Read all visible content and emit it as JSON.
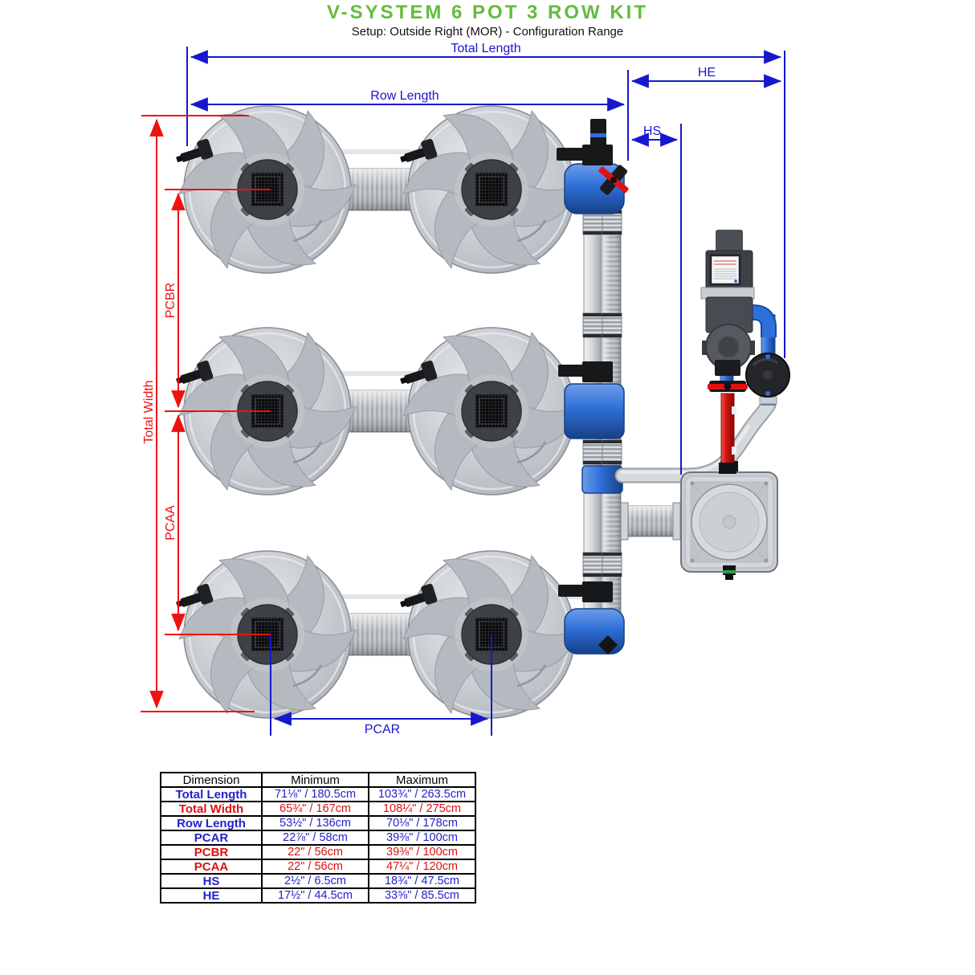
{
  "title": "V-SYSTEM 6 POT 3 ROW KIT",
  "subtitle": "Setup: Outside Right (MOR) - Configuration Range",
  "colors": {
    "accent_green": "#63BC3E",
    "dim_blue": "#1717CE",
    "dim_red": "#F01010",
    "table_blue": "#2222CC",
    "table_red": "#DD1111",
    "pipe_blue": "#2E6FD8",
    "pipe_red": "#D2140F"
  },
  "diagram": {
    "labels": {
      "total_length": "Total Length",
      "he": "HE",
      "row_length": "Row Length",
      "hs": "HS",
      "pcar": "PCAR",
      "pcbr": "PCBR",
      "pcaa": "PCAA",
      "total_width": "Total Width"
    },
    "pot_count": "6",
    "row_count": "3"
  },
  "table": {
    "headers": [
      "Dimension",
      "Minimum",
      "Maximum"
    ],
    "rows": [
      {
        "name": "Total Length",
        "min": "71⅛\" / 180.5cm",
        "max": "103¾\" / 263.5cm",
        "color": "blue"
      },
      {
        "name": "Total Width",
        "min": "65¾\" / 167cm",
        "max": "108¼\" / 275cm",
        "color": "red"
      },
      {
        "name": "Row Length",
        "min": "53½\" / 136cm",
        "max": "70⅛\" / 178cm",
        "color": "blue"
      },
      {
        "name": "PCAR",
        "min": "22⅞\" / 58cm",
        "max": "39⅜\" / 100cm",
        "color": "blue"
      },
      {
        "name": "PCBR",
        "min": "22\" / 56cm",
        "max": "39⅜\" / 100cm",
        "color": "red"
      },
      {
        "name": "PCAA",
        "min": "22\" / 56cm",
        "max": "47¼\" / 120cm",
        "color": "red"
      },
      {
        "name": "HS",
        "min": "2½\" / 6.5cm",
        "max": "18¾\" / 47.5cm",
        "color": "blue"
      },
      {
        "name": "HE",
        "min": "17½\" / 44.5cm",
        "max": "33⅝\" / 85.5cm",
        "color": "blue"
      }
    ]
  }
}
